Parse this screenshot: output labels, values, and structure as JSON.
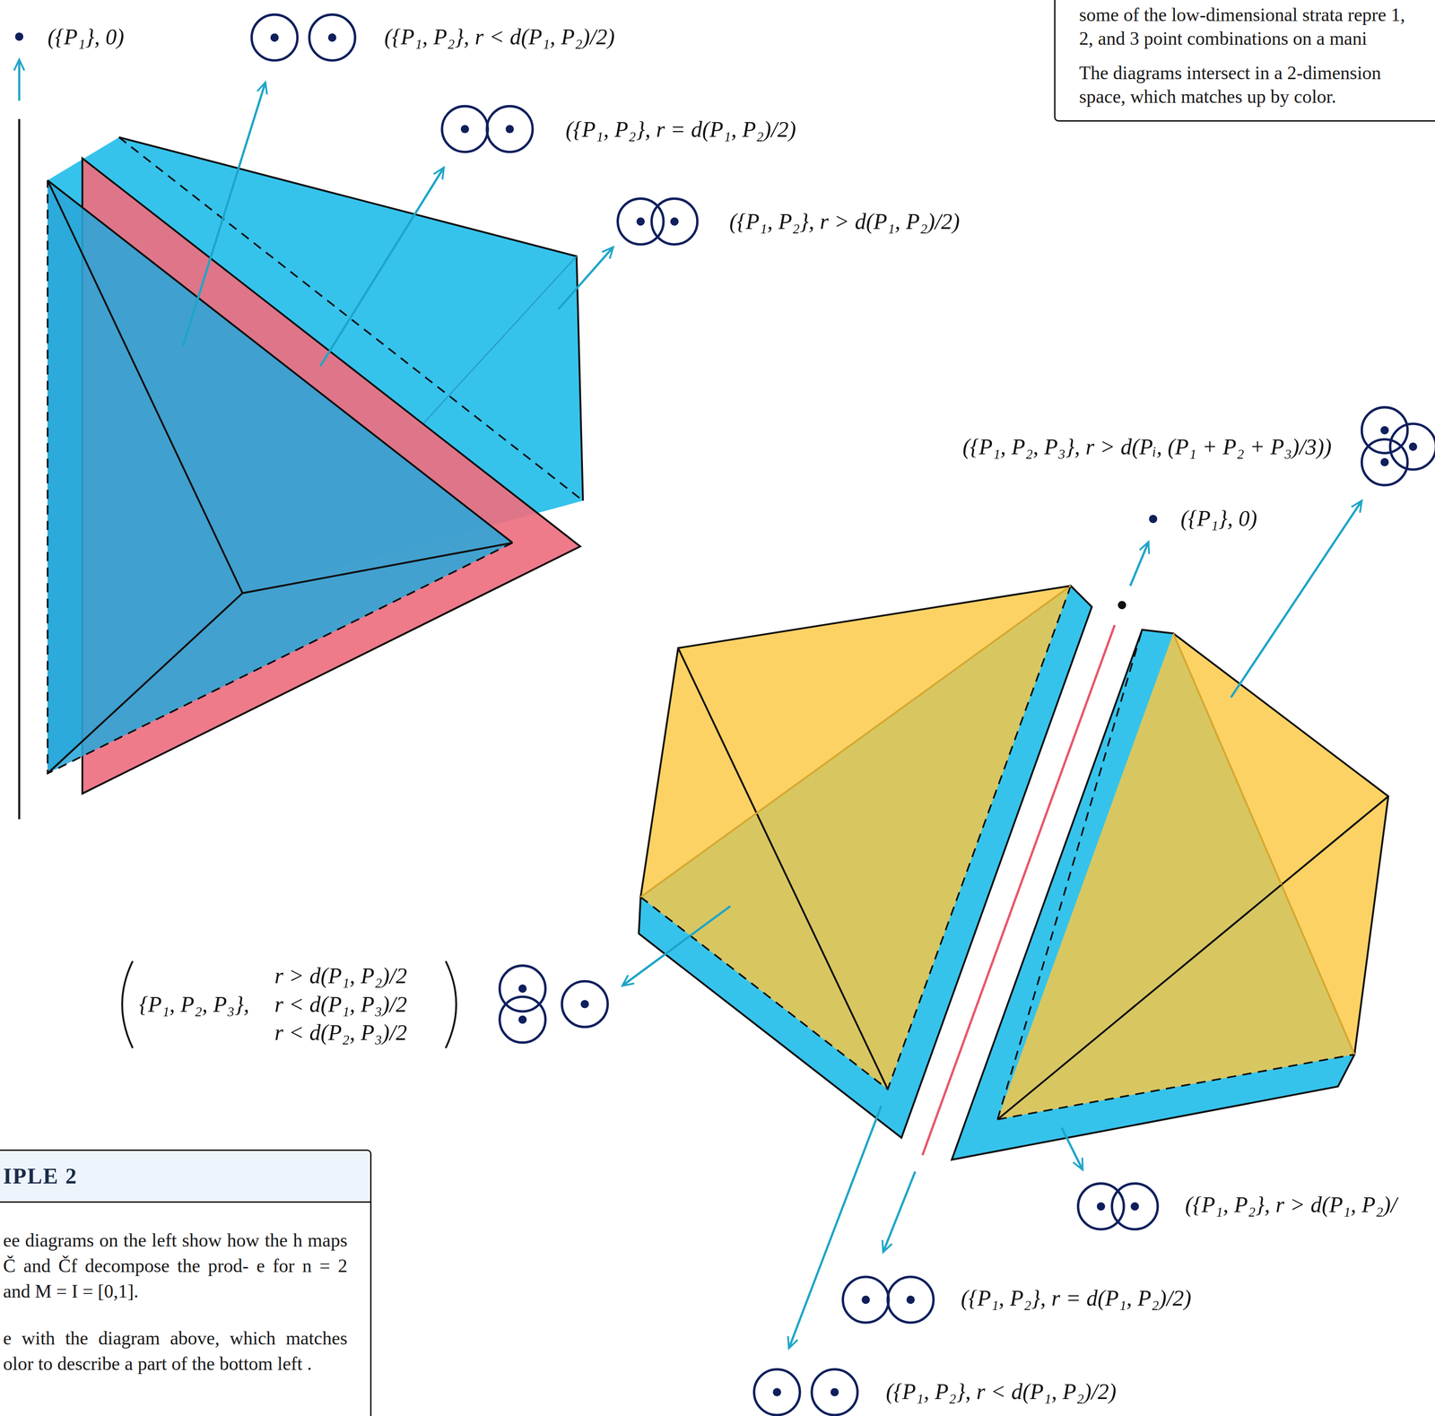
{
  "diagram": {
    "nodes": [
      {
        "text": [
          "some of the low-dimensional strata repre 1, 2, and 3 point combinations on a mani",
          "The diagrams intersect in a 2-dimension space, which matches up by color."
        ]
      },
      {
        "text": [
          "IPLE 2",
          "ee diagrams on the left show how the h maps Č and Čf decompose the prod- e for n = 2 and M = I = [0,1].",
          "e with the diagram above, which matches olor to describe a part of the bottom left ."
        ]
      }
    ],
    "labels": [
      "({P₁}, 0)",
      "({P₁, P₂}, r < d(P₁, P₂)/2)",
      "({P₁, P₂}, r = d(P₁, P₂)/2)",
      "({P₁, P₂}, r > d(P₁, P₂)/2)",
      "({P₁, P₂, P₃}, r > d(Pᵢ, (P₁ + P₂ + P₃)/3))",
      "({P₁}, 0)",
      "{P₁, P₂, P₃},",
      "r > d(P₁, P₂)/2",
      "r < d(P₁, P₃)/2",
      "r < d(P₂, P₃)/2",
      "({P₁, P₂}, r > d(P₁, P₂)/",
      "({P₁, P₂}, r = d(P₁, P₂)/2)",
      "({P₁, P₂}, r < d(P₁, P₂)/2)"
    ]
  }
}
